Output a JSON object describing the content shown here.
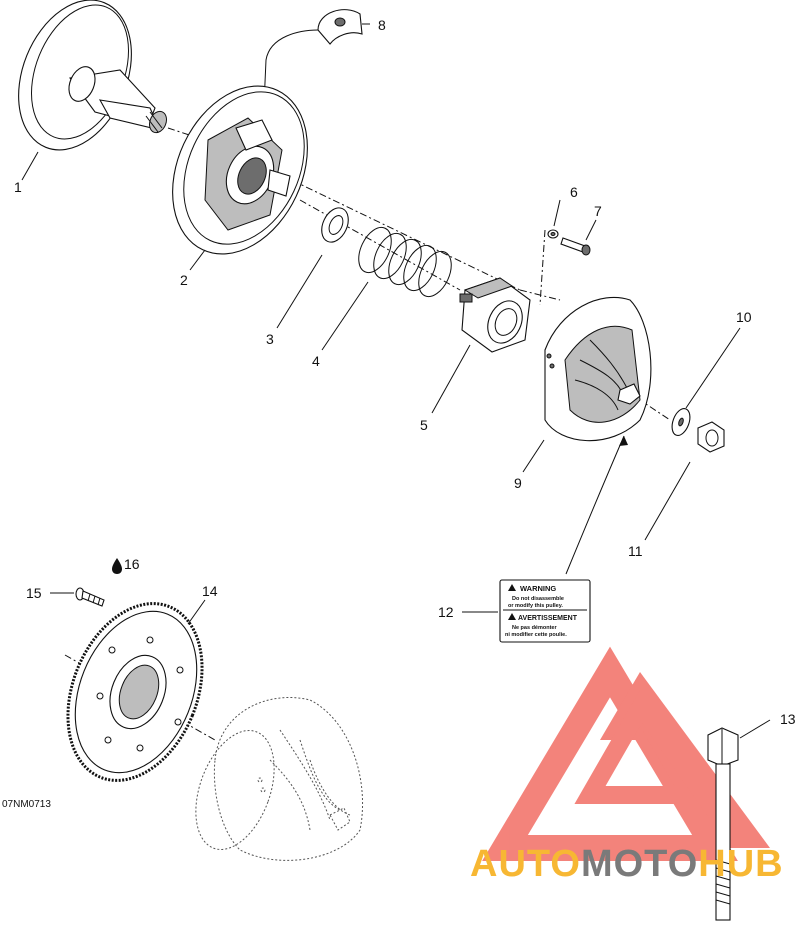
{
  "diagram": {
    "image_code": "07NM0713",
    "callouts": [
      {
        "n": "1"
      },
      {
        "n": "2"
      },
      {
        "n": "3"
      },
      {
        "n": "4"
      },
      {
        "n": "5"
      },
      {
        "n": "6"
      },
      {
        "n": "7"
      },
      {
        "n": "8"
      },
      {
        "n": "9"
      },
      {
        "n": "10"
      },
      {
        "n": "11"
      },
      {
        "n": "12"
      },
      {
        "n": "13"
      },
      {
        "n": "14"
      },
      {
        "n": "15"
      },
      {
        "n": "16"
      }
    ],
    "warning_label": {
      "line1_title": "WARNING",
      "line1_a": "Do not disassemble",
      "line1_b": "or modify this pulley.",
      "line2_title": "AVERTISSEMENT",
      "line2_a": "Ne pas démonter",
      "line2_b": "ni modifier cette poulie."
    },
    "watermark": {
      "part_a": "AUTO",
      "part_b": "MOTO",
      "part_c": "HUB",
      "color_primary": "#f7b733",
      "color_secondary": "#7a7a7a",
      "logo_color": "#f05a4f"
    }
  }
}
